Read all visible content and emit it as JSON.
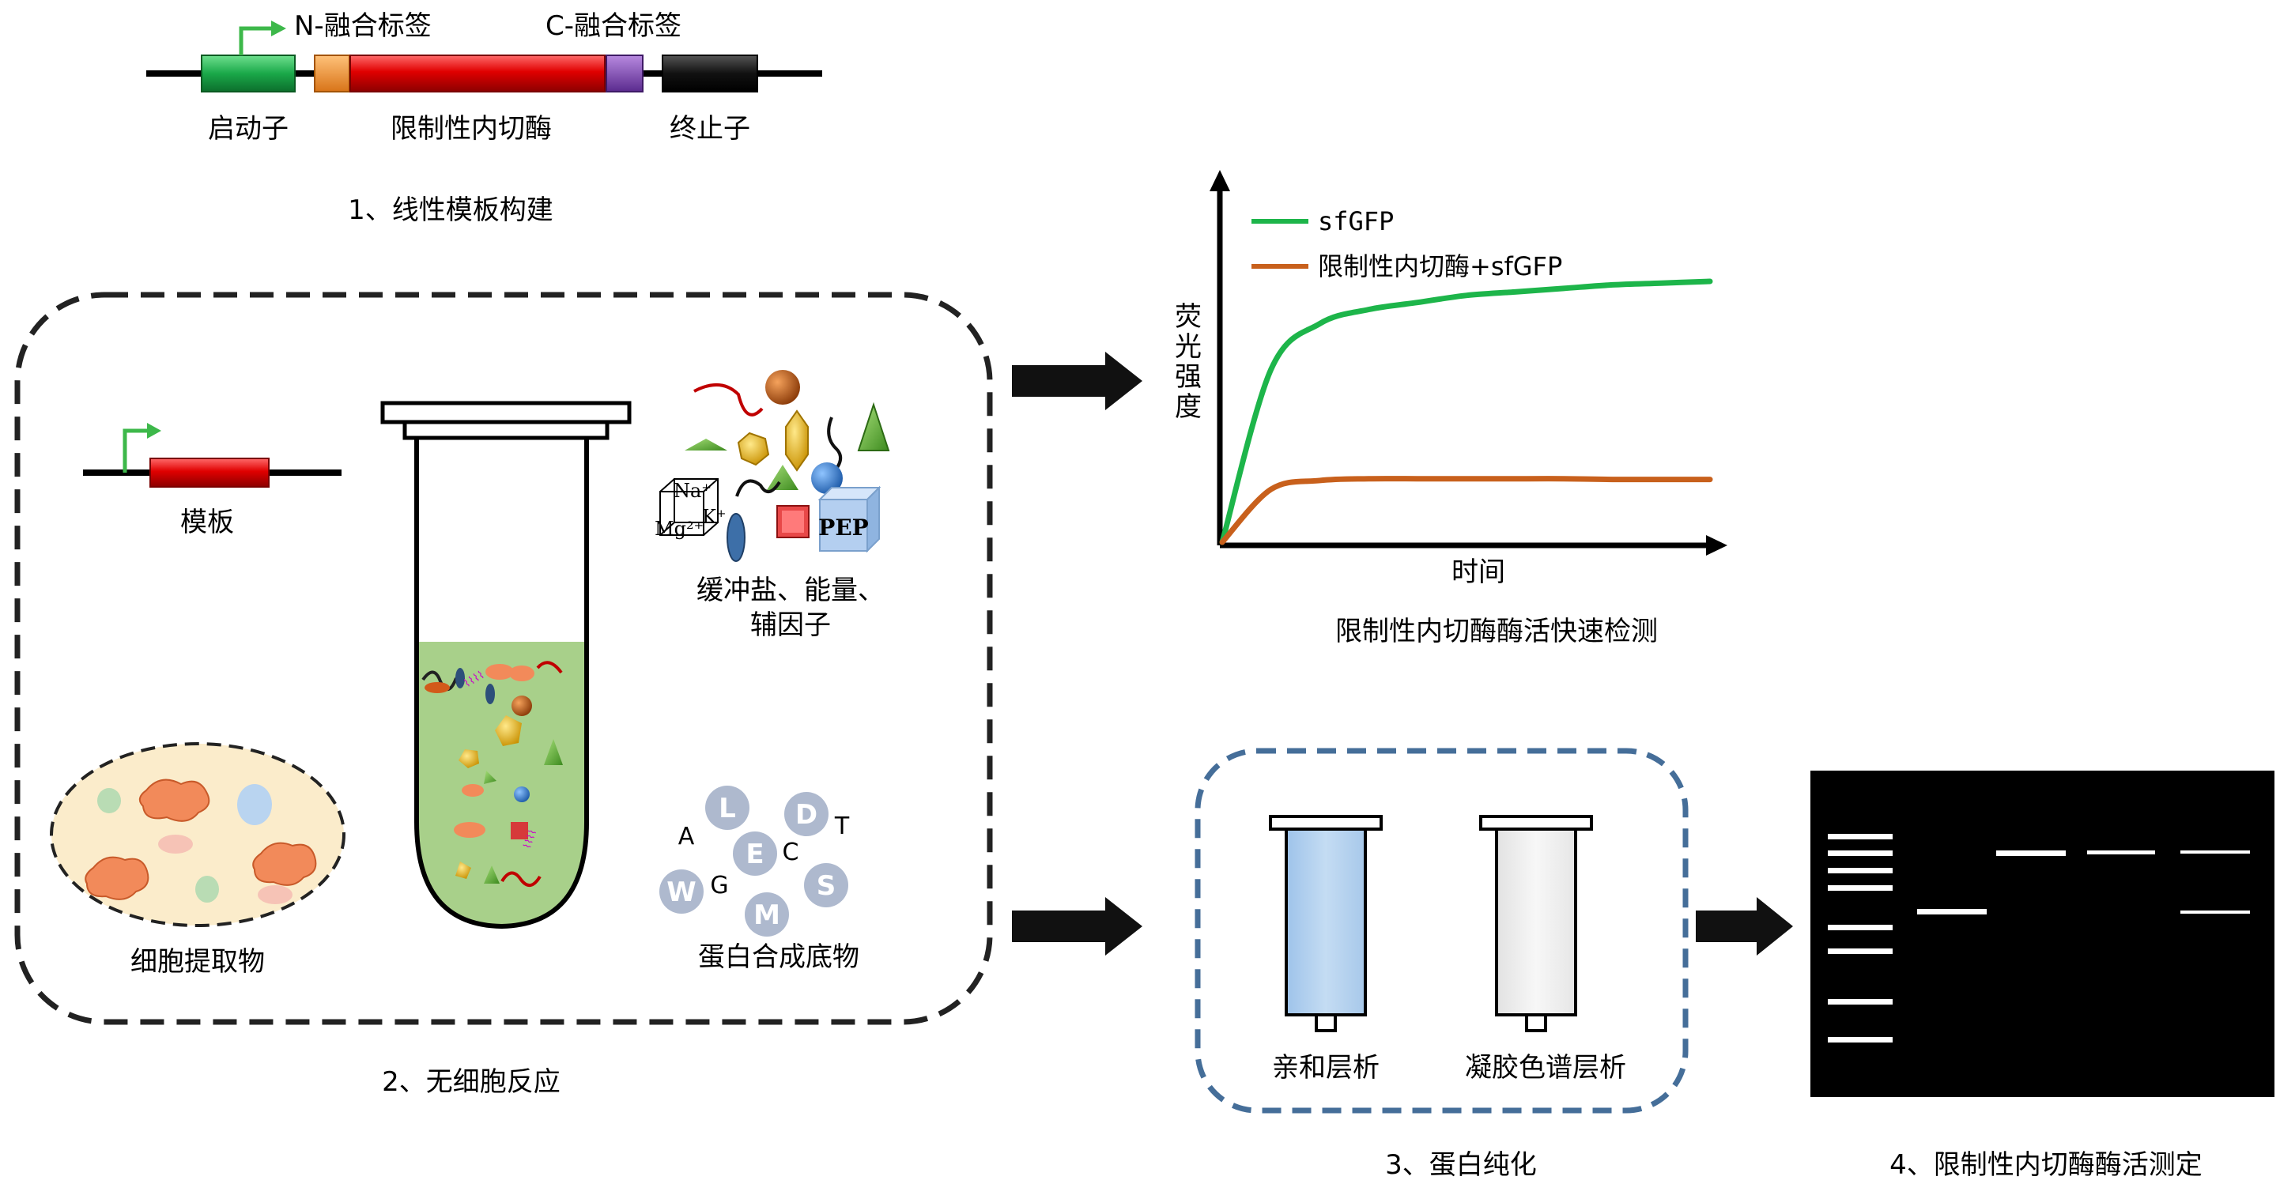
{
  "step1": {
    "n_tag": "N-融合标签",
    "c_tag": "C-融合标签",
    "promoter": "启动子",
    "enzyme": "限制性内切酶",
    "terminator": "终止子",
    "title": "1、线性模板构建"
  },
  "step2": {
    "template": "模板",
    "extract": "细胞提取物",
    "buffer_line1": "缓冲盐、能量、",
    "buffer_line2": "辅因子",
    "ions": {
      "na": "Na⁺",
      "mg": "Mg²⁺",
      "k": "K⁺"
    },
    "pep": "PEP",
    "substrate": "蛋白合成底物",
    "amino_letters": [
      "L",
      "D",
      "T",
      "A",
      "E",
      "C",
      "W",
      "G",
      "S",
      "M"
    ],
    "title": "2、无细胞反应"
  },
  "chart_data": {
    "type": "line",
    "series": [
      {
        "name": "sfGFP",
        "color": "#1db54a",
        "x": [
          0,
          0.1,
          0.2,
          0.3,
          0.4,
          0.5,
          0.6,
          0.7,
          0.8,
          0.9,
          1.0
        ],
        "y": [
          0,
          0.49,
          0.62,
          0.66,
          0.68,
          0.7,
          0.71,
          0.72,
          0.73,
          0.735,
          0.74
        ]
      },
      {
        "name": "限制性内切酶+sfGFP",
        "color": "#c8601c",
        "x": [
          0,
          0.1,
          0.2,
          0.3,
          0.4,
          0.5,
          0.6,
          0.7,
          0.8,
          0.9,
          1.0
        ],
        "y": [
          0,
          0.15,
          0.175,
          0.18,
          0.18,
          0.18,
          0.18,
          0.18,
          0.178,
          0.178,
          0.178
        ]
      }
    ],
    "xlabel": "时间",
    "ylabel": "荧光强度",
    "title": "限制性内切酶酶活快速检测",
    "legend": "top-left"
  },
  "step3": {
    "affinity": "亲和层析",
    "gel_filtration": "凝胶色谱层析",
    "title": "3、蛋白纯化"
  },
  "step4": {
    "title": "4、限制性内切酶酶活测定",
    "ladder_bands": 8
  }
}
